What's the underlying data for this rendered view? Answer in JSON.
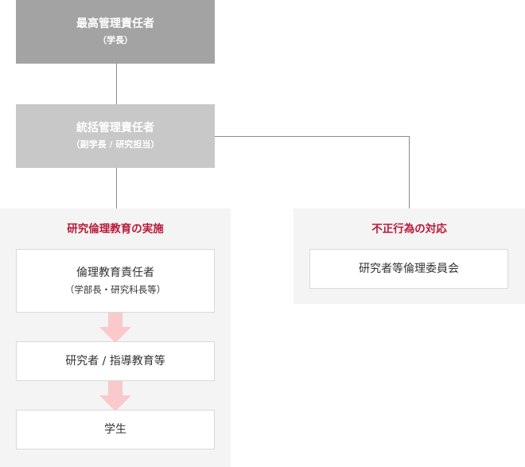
{
  "top": {
    "title": "最高管理責任者",
    "subtitle": "（学長）"
  },
  "middle": {
    "title": "統括管理責任者",
    "subtitle": "（副学長 / 研究担当）"
  },
  "ethics_panel": {
    "title": "研究倫理教育の実施",
    "steps": [
      {
        "title": "倫理教育責任者",
        "subtitle": "（学部長・研究科長等）"
      },
      {
        "title": "研究者 / 指導教育等"
      },
      {
        "title": "学生"
      }
    ]
  },
  "misconduct_panel": {
    "title": "不正行為の対応",
    "committee": "研究者等倫理委員会"
  },
  "colors": {
    "top_box": "#a3a3a3",
    "middle_box": "#c8c8c8",
    "panel_bg": "#f4f4f4",
    "panel_title": "#b8193a",
    "arrow": "#f9c9cc",
    "connector": "#8a8a8a"
  }
}
